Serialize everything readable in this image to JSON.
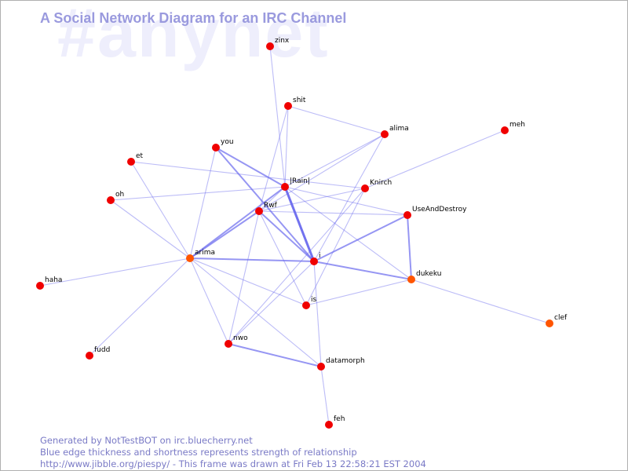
{
  "watermark": "#anynet",
  "title": "A Social Network Diagram for an IRC Channel",
  "footer": {
    "line1": "Generated by NotTestBOT on irc.bluecherry.net",
    "line2": "Blue edge thickness and shortness represents strength of relationship",
    "line3": "http://www.jibble.org/piespy/ - This frame was drawn at Fri Feb 13 22:58:21 EST 2004"
  },
  "colors": {
    "node": "#f00000",
    "node_active": "#ff5500",
    "edge": "#6a6aee",
    "title": "#9a9ade",
    "watermark": "#eeeefc"
  },
  "nodes": [
    {
      "id": "zinx",
      "label": "zinx",
      "active": false
    },
    {
      "id": "shit",
      "label": "shit",
      "active": false
    },
    {
      "id": "alima",
      "label": "alima",
      "active": false
    },
    {
      "id": "meh",
      "label": "meh",
      "active": false
    },
    {
      "id": "you",
      "label": "you",
      "active": false
    },
    {
      "id": "et",
      "label": "et",
      "active": false
    },
    {
      "id": "rain",
      "label": "|Rain|",
      "active": false
    },
    {
      "id": "knirch",
      "label": "Knirch",
      "active": false
    },
    {
      "id": "oh",
      "label": "oh",
      "active": false
    },
    {
      "id": "rwf",
      "label": "Rwf",
      "active": false
    },
    {
      "id": "useanddestroy",
      "label": "UseAndDestroy",
      "active": false
    },
    {
      "id": "arima",
      "label": "arima",
      "active": true
    },
    {
      "id": "i",
      "label": "i",
      "active": false
    },
    {
      "id": "dukeku",
      "label": "dukeku",
      "active": true
    },
    {
      "id": "haha",
      "label": "haha",
      "active": false
    },
    {
      "id": "is",
      "label": "is",
      "active": false
    },
    {
      "id": "clef",
      "label": "clef",
      "active": true
    },
    {
      "id": "nwo",
      "label": "nwo",
      "active": false
    },
    {
      "id": "fudd",
      "label": "fudd",
      "active": false
    },
    {
      "id": "datamorph",
      "label": "datamorph",
      "active": false
    },
    {
      "id": "feh",
      "label": "feh",
      "active": false
    }
  ],
  "edges": [
    {
      "source": "zinx",
      "target": "rain",
      "weight": 1
    },
    {
      "source": "shit",
      "target": "rain",
      "weight": 1
    },
    {
      "source": "shit",
      "target": "alima",
      "weight": 1
    },
    {
      "source": "shit",
      "target": "rwf",
      "weight": 1
    },
    {
      "source": "alima",
      "target": "rain",
      "weight": 1
    },
    {
      "source": "alima",
      "target": "i",
      "weight": 1
    },
    {
      "source": "alima",
      "target": "rwf",
      "weight": 1
    },
    {
      "source": "meh",
      "target": "knirch",
      "weight": 1
    },
    {
      "source": "you",
      "target": "rain",
      "weight": 2
    },
    {
      "source": "you",
      "target": "i",
      "weight": 2
    },
    {
      "source": "you",
      "target": "arima",
      "weight": 1
    },
    {
      "source": "et",
      "target": "knirch",
      "weight": 1
    },
    {
      "source": "et",
      "target": "arima",
      "weight": 1
    },
    {
      "source": "oh",
      "target": "rain",
      "weight": 1
    },
    {
      "source": "oh",
      "target": "arima",
      "weight": 1
    },
    {
      "source": "rain",
      "target": "i",
      "weight": 3
    },
    {
      "source": "rain",
      "target": "arima",
      "weight": 2
    },
    {
      "source": "rain",
      "target": "useanddestroy",
      "weight": 1
    },
    {
      "source": "rain",
      "target": "dukeku",
      "weight": 1
    },
    {
      "source": "rain",
      "target": "rwf",
      "weight": 1
    },
    {
      "source": "knirch",
      "target": "rwf",
      "weight": 1
    },
    {
      "source": "knirch",
      "target": "is",
      "weight": 1
    },
    {
      "source": "knirch",
      "target": "nwo",
      "weight": 1
    },
    {
      "source": "rwf",
      "target": "arima",
      "weight": 2
    },
    {
      "source": "rwf",
      "target": "i",
      "weight": 2
    },
    {
      "source": "rwf",
      "target": "nwo",
      "weight": 1
    },
    {
      "source": "rwf",
      "target": "is",
      "weight": 1
    },
    {
      "source": "rwf",
      "target": "useanddestroy",
      "weight": 1
    },
    {
      "source": "useanddestroy",
      "target": "i",
      "weight": 2
    },
    {
      "source": "useanddestroy",
      "target": "dukeku",
      "weight": 2
    },
    {
      "source": "arima",
      "target": "i",
      "weight": 2
    },
    {
      "source": "arima",
      "target": "haha",
      "weight": 1
    },
    {
      "source": "arima",
      "target": "fudd",
      "weight": 1
    },
    {
      "source": "arima",
      "target": "nwo",
      "weight": 1
    },
    {
      "source": "arima",
      "target": "is",
      "weight": 1
    },
    {
      "source": "arima",
      "target": "datamorph",
      "weight": 1
    },
    {
      "source": "i",
      "target": "dukeku",
      "weight": 2
    },
    {
      "source": "i",
      "target": "datamorph",
      "weight": 1
    },
    {
      "source": "i",
      "target": "nwo",
      "weight": 1
    },
    {
      "source": "dukeku",
      "target": "is",
      "weight": 1
    },
    {
      "source": "dukeku",
      "target": "clef",
      "weight": 1
    },
    {
      "source": "nwo",
      "target": "datamorph",
      "weight": 2
    },
    {
      "source": "datamorph",
      "target": "feh",
      "weight": 1
    }
  ]
}
